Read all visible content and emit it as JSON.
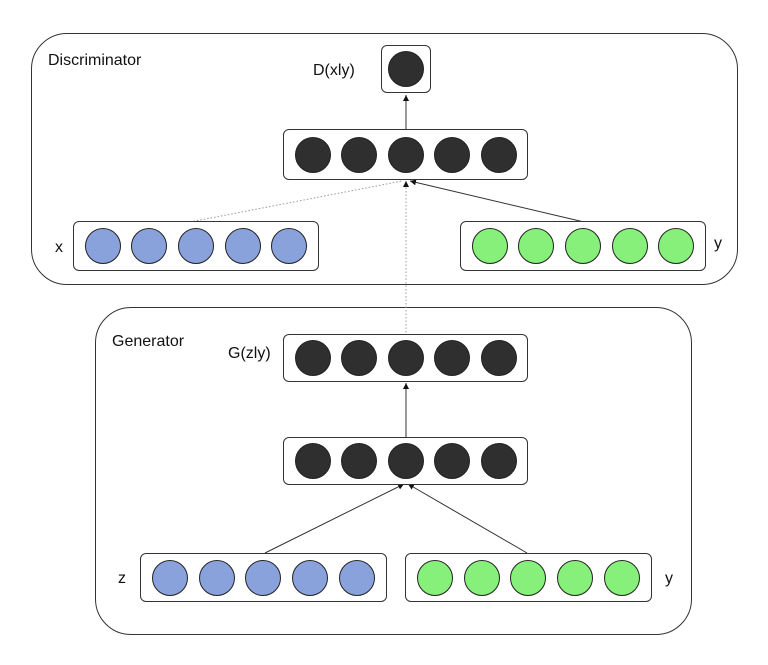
{
  "discriminator": {
    "title": "Discriminator",
    "output_label": "D(xly)",
    "input_x_label": "x",
    "input_y_label": "y"
  },
  "generator": {
    "title": "Generator",
    "output_label": "G(zly)",
    "input_z_label": "z",
    "input_y_label": "y"
  },
  "colors": {
    "hidden_node": "#2f2f2f",
    "data_node": "#8aa2dc",
    "condition_node": "#86f07a"
  }
}
